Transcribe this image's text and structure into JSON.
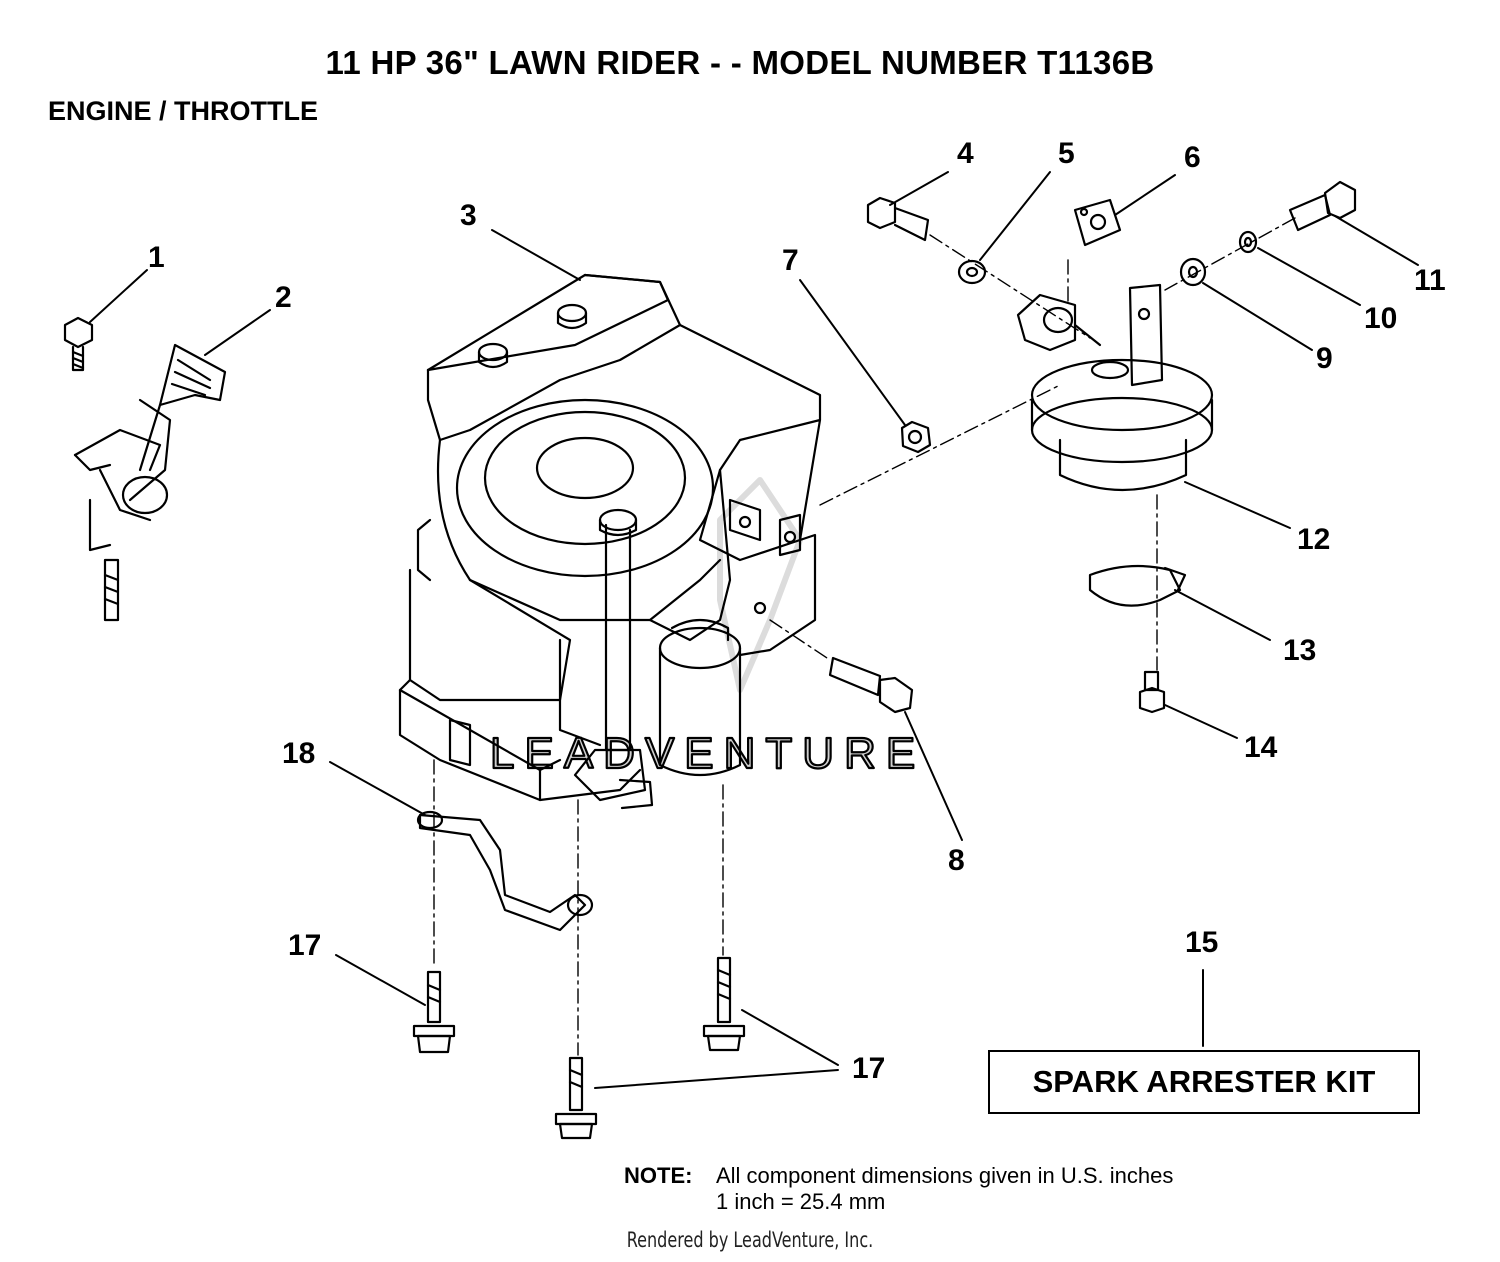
{
  "title": "11 HP 36\" LAWN RIDER - - MODEL NUMBER T1136B",
  "subtitle": "ENGINE / THROTTLE",
  "callouts": [
    "1",
    "2",
    "3",
    "4",
    "5",
    "6",
    "7",
    "8",
    "9",
    "10",
    "11",
    "12",
    "13",
    "14",
    "15",
    "17",
    "17",
    "18"
  ],
  "kit_label": "SPARK ARRESTER KIT",
  "note": {
    "label": "NOTE:",
    "line1": "All component dimensions given in U.S. inches",
    "line2": "1 inch = 25.4 mm"
  },
  "watermark": "LEADVENTURE",
  "footer": "Rendered by LeadVenture, Inc.",
  "colors": {
    "ink": "#000000",
    "watermark": "#cfcfcf",
    "background": "#ffffff"
  }
}
